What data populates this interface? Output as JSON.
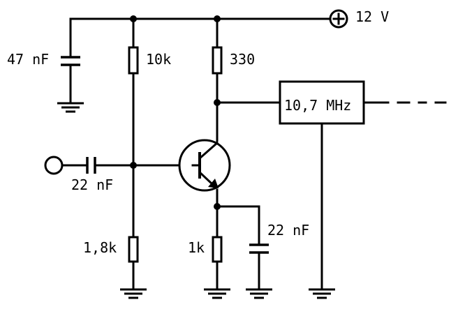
{
  "labels": {
    "supply": "12 V",
    "c_supply": "47 nF",
    "r_bias_top": "10k",
    "r_collector": "330",
    "filter": "10,7 MHz",
    "c_input": "22 nF",
    "r_bias_bottom": "1,8k",
    "r_emitter": "1k",
    "c_emitter": "22 nF"
  },
  "symbols": {
    "supply_terminal": "plus-terminal-icon",
    "input_terminal": "input-terminal-icon",
    "transistor": "npn-transistor-icon",
    "ground": "ground-icon"
  }
}
